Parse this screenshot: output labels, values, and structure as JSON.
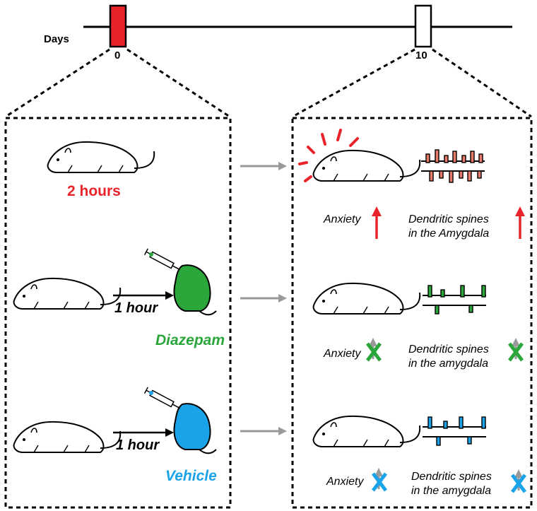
{
  "timeline": {
    "axis_label": "Days",
    "tick_start": "0",
    "tick_end": "10"
  },
  "groups": {
    "restraint": {
      "label": "2 hours",
      "color": "#e8242a"
    },
    "diazepam": {
      "label": "Diazepam",
      "interval": "1 hour",
      "color": "#2aa63b"
    },
    "vehicle": {
      "label": "Vehicle",
      "interval": "1 hour",
      "color": "#1aa3e8"
    }
  },
  "outcomes": {
    "restraint": {
      "anxiety": "Anxiety",
      "spines_line1": "Dendritic spines",
      "spines_line2": "in the Amygdala",
      "marker": "up-arrow"
    },
    "diazepam": {
      "anxiety": "Anxiety",
      "spines_line1": "Dendritic spines",
      "spines_line2": "in the amygdala",
      "marker": "cross-mark"
    },
    "vehicle": {
      "anxiety": "Anxiety",
      "spines_line1": "Dendritic spines",
      "spines_line2": "in the amygdala",
      "marker": "cross-mark"
    }
  },
  "colors": {
    "day0_box": "#e8242a",
    "arrow_gray": "#999999",
    "up_arrow": "#e8242a",
    "line": "#000000"
  }
}
